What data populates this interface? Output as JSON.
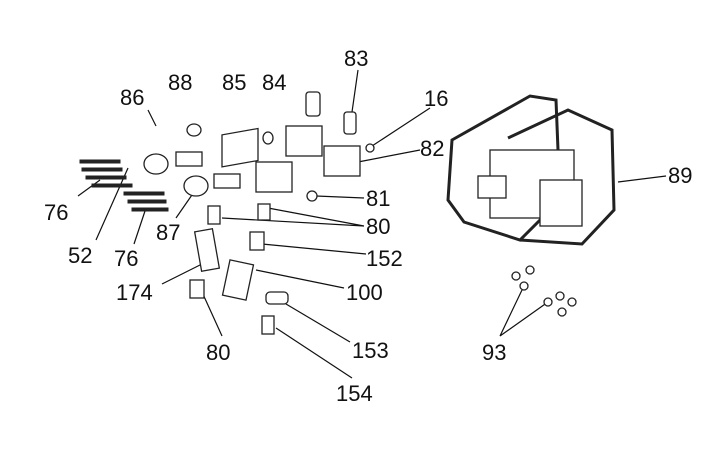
{
  "diagram": {
    "callouts": [
      {
        "id": "c83",
        "text": "83"
      },
      {
        "id": "c86",
        "text": "86"
      },
      {
        "id": "c88",
        "text": "88"
      },
      {
        "id": "c85",
        "text": "85"
      },
      {
        "id": "c84",
        "text": "84"
      },
      {
        "id": "c16",
        "text": "16"
      },
      {
        "id": "c82",
        "text": "82"
      },
      {
        "id": "c76a",
        "text": "76"
      },
      {
        "id": "c52",
        "text": "52"
      },
      {
        "id": "c76b",
        "text": "76"
      },
      {
        "id": "c87",
        "text": "87"
      },
      {
        "id": "c81",
        "text": "81"
      },
      {
        "id": "c80a",
        "text": "80"
      },
      {
        "id": "c152",
        "text": "152"
      },
      {
        "id": "c89",
        "text": "89"
      },
      {
        "id": "c174",
        "text": "174"
      },
      {
        "id": "c100",
        "text": "100"
      },
      {
        "id": "c80b",
        "text": "80"
      },
      {
        "id": "c153",
        "text": "153"
      },
      {
        "id": "c93",
        "text": "93"
      },
      {
        "id": "c154",
        "text": "154"
      }
    ]
  }
}
